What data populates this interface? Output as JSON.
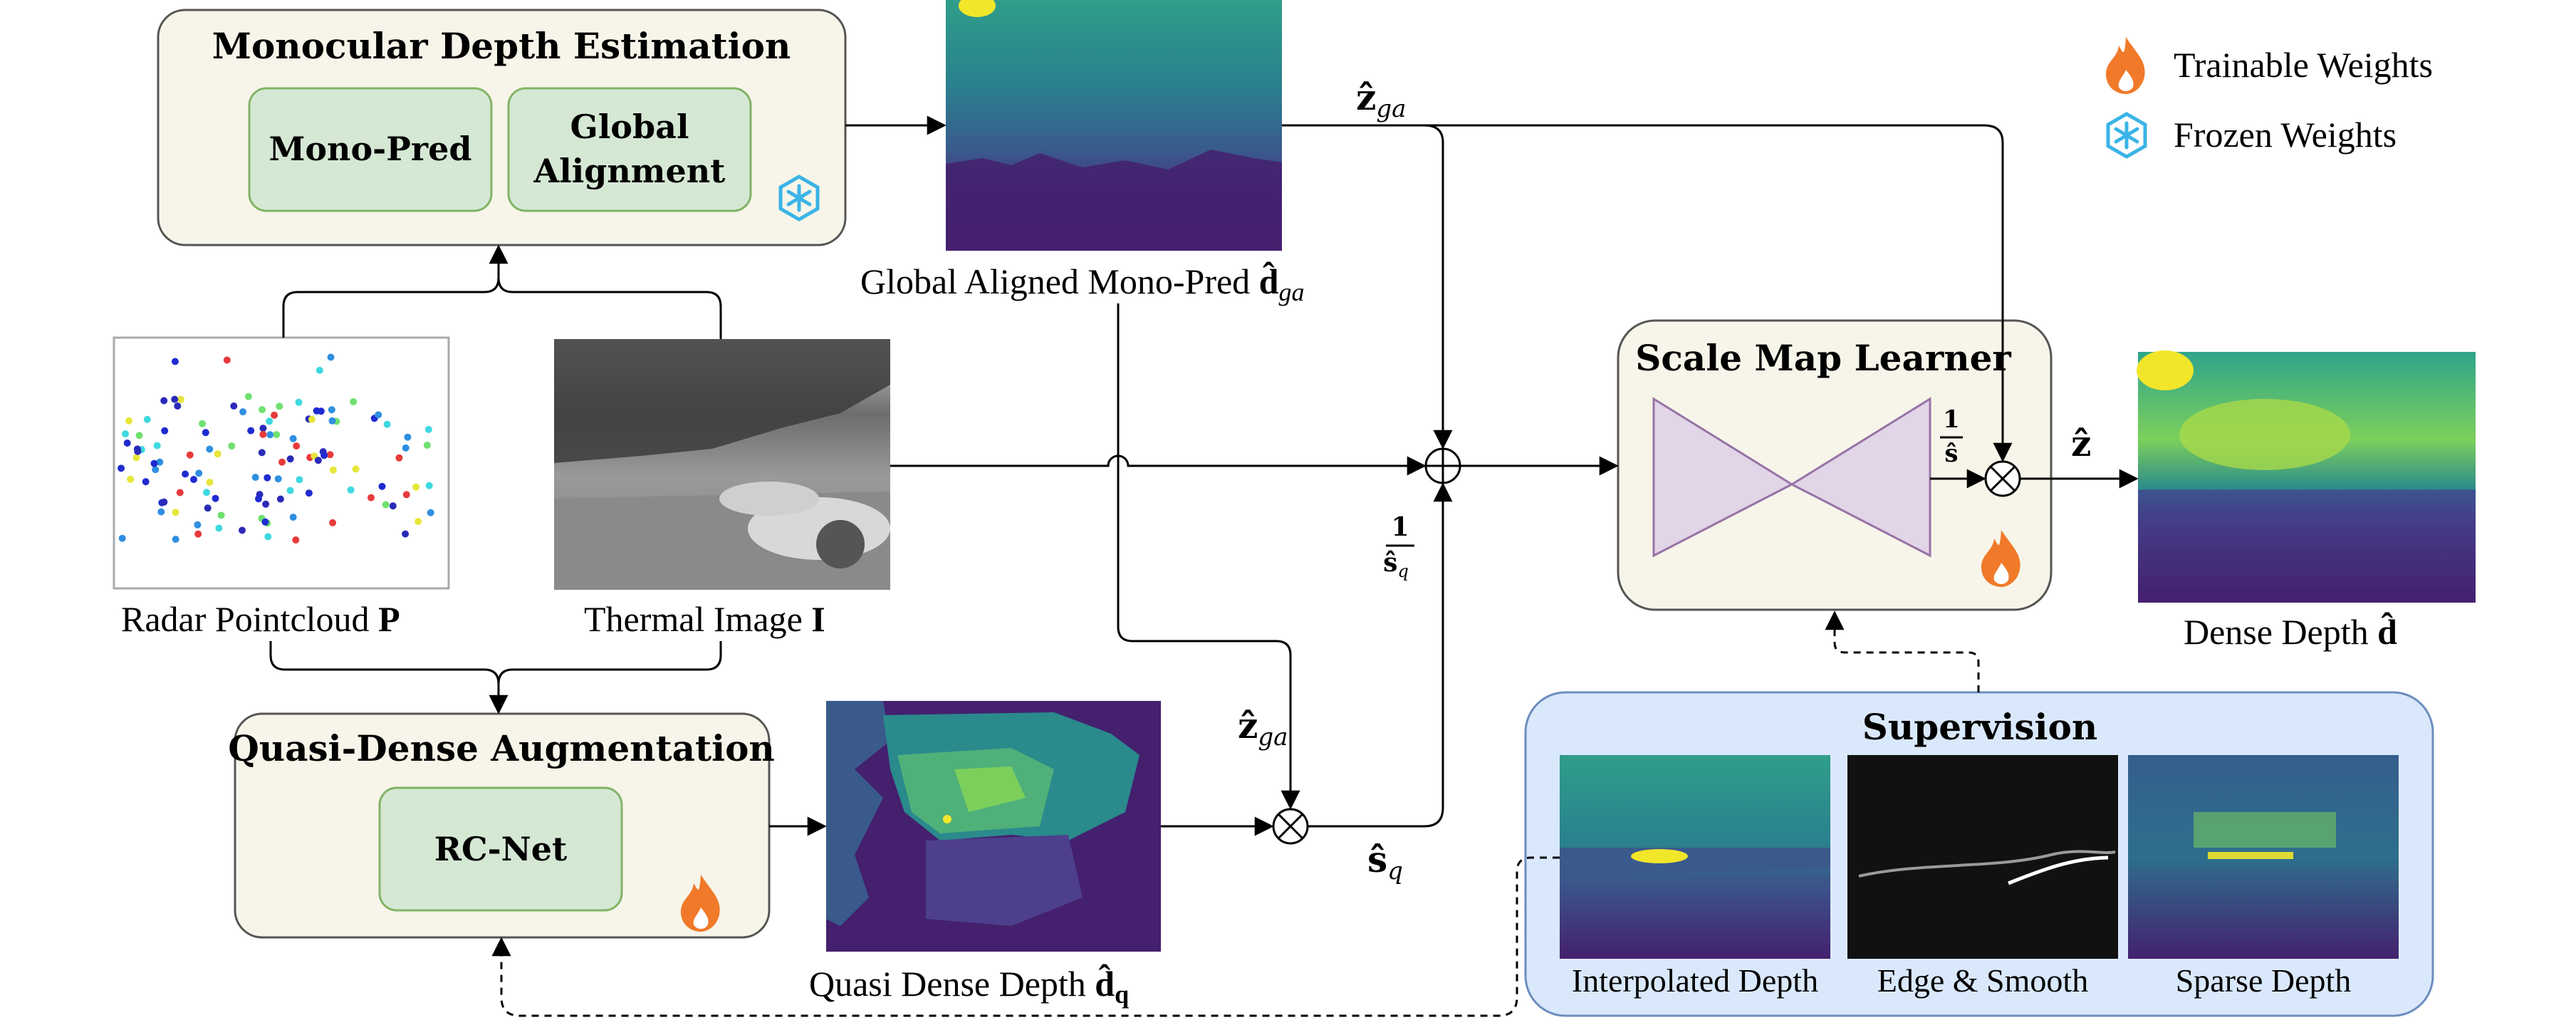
{
  "legend": {
    "trainable": "Trainable Weights",
    "frozen": "Frozen Weights"
  },
  "mono_block": {
    "title": "Monocular Depth Estimation",
    "sub1": "Mono-Pred",
    "sub2_line1": "Global",
    "sub2_line2": "Alignment"
  },
  "quasi_block": {
    "title": "Quasi-Dense Augmentation",
    "sub": "RC-Net"
  },
  "scale_block": {
    "title": "Scale Map Learner",
    "frac_num": "1",
    "frac_den": "ŝ"
  },
  "supervision": {
    "title": "Supervision",
    "img1": "Interpolated Depth",
    "img2": "Edge & Smooth",
    "img3": "Sparse Depth"
  },
  "captions": {
    "global_aligned": "Global Aligned Mono-Pred ",
    "global_aligned_sym": "d̂",
    "global_aligned_sub": "ga",
    "radar": "Radar Pointcloud ",
    "radar_sym": "P",
    "thermal": "Thermal Image ",
    "thermal_sym": "I",
    "quasi": "Quasi Dense Depth ",
    "quasi_sym": "d̂",
    "quasi_sub": "q",
    "dense": "Dense Depth ",
    "dense_sym": "d̂"
  },
  "math": {
    "z_ga_top": "ẑ",
    "z_ga_top_sub": "ga",
    "z_ga_mid": "ẑ",
    "z_ga_mid_sub": "ga",
    "s_q": "ŝ",
    "s_q_sub": "q",
    "inv_sq_num": "1",
    "inv_sq_den": "ŝ",
    "inv_sq_den_sub": "q",
    "z_out": "ẑ"
  },
  "colors": {
    "box_fill": "#f7f5e9",
    "box_stroke": "#555555",
    "inner_fill": "#d5e8d4",
    "inner_stroke": "#82b366",
    "sup_fill": "#dae8fc",
    "sup_stroke": "#6c8ebf",
    "bowtie_fill": "#e1d5e7",
    "bowtie_stroke": "#9673a6",
    "fire": "#f07a2a",
    "snow": "#3ab4e6",
    "depth_dark": "#44206e",
    "depth_mid": "#2a8a8c",
    "depth_light": "#7ed05a",
    "depth_yellow": "#f2e62b"
  }
}
